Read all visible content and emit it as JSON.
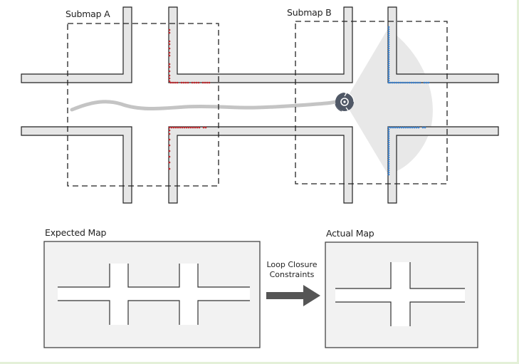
{
  "top_panel": {
    "submap_a": {
      "label": "Submap A",
      "landmark_color": "#c0282d"
    },
    "submap_b": {
      "label": "Submap B",
      "landmark_color": "#3a7fcb"
    },
    "robot": {
      "icon": "robot-sensor-icon",
      "color": "#505866"
    },
    "sensor_fov_color": "#e8e8e8",
    "trajectory_color": "#c4c4c4",
    "wall_fill": "#e6e6e6",
    "wall_stroke": "#222222"
  },
  "bottom_panel": {
    "expected_map": {
      "title": "Expected Map",
      "intersections": 2
    },
    "actual_map": {
      "title": "Actual Map",
      "intersections": 1
    },
    "transition": {
      "label_line1": "Loop Closure",
      "label_line2": "Constraints",
      "arrow_color": "#555555"
    },
    "map_background": "#f2f2f2"
  },
  "frame_border_color": "#e4f0d8"
}
